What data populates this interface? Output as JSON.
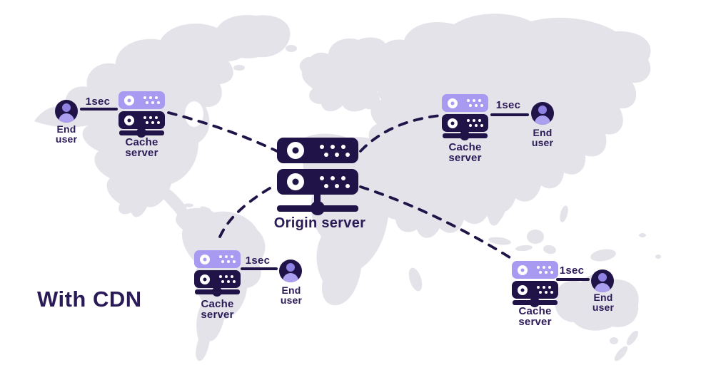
{
  "page_title": "With CDN",
  "colors": {
    "navy": "#1f1347",
    "text": "#2b1a58",
    "purple": "#a79af0",
    "avatar-head": "#8f82e2",
    "avatar-body": "#aba0f0",
    "map": "#e4e3e9",
    "bg": "#ffffff"
  },
  "origin_server": {
    "label": "Origin server"
  },
  "groups": [
    {
      "region": "north-america",
      "cache_line1": "Cache",
      "cache_line2": "server",
      "latency": "1sec",
      "user_line1": "End",
      "user_line2": "user"
    },
    {
      "region": "asia",
      "cache_line1": "Cache",
      "cache_line2": "server",
      "latency": "1sec",
      "user_line1": "End",
      "user_line2": "user"
    },
    {
      "region": "south-america",
      "cache_line1": "Cache",
      "cache_line2": "server",
      "latency": "1sec",
      "user_line1": "End",
      "user_line2": "user"
    },
    {
      "region": "oceania",
      "cache_line1": "Cache",
      "cache_line2": "server",
      "latency": "1sec",
      "user_line1": "End",
      "user_line2": "user"
    }
  ]
}
